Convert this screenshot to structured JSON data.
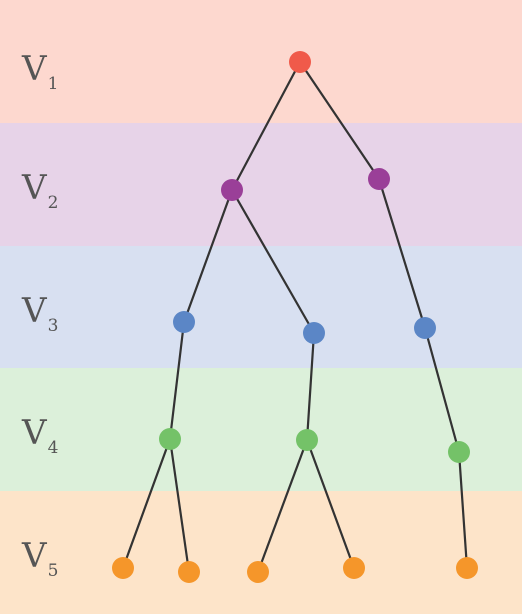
{
  "levels": [
    {
      "base": "V",
      "sub": "1",
      "color": "#fdd8cf"
    },
    {
      "base": "V",
      "sub": "2",
      "color": "#e7d3e8"
    },
    {
      "base": "V",
      "sub": "3",
      "color": "#d8e0f1"
    },
    {
      "base": "V",
      "sub": "4",
      "color": "#dcf0da"
    },
    {
      "base": "V",
      "sub": "5",
      "color": "#fde4c9"
    }
  ],
  "level_colors": [
    "#f05a4a",
    "#9a3f98",
    "#5b86c6",
    "#74c268",
    "#f5962a"
  ],
  "edge_color": "#333333",
  "nodes": [
    {
      "id": "a",
      "level": 1
    },
    {
      "id": "b1",
      "level": 2
    },
    {
      "id": "b2",
      "level": 2
    },
    {
      "id": "c1",
      "level": 3
    },
    {
      "id": "c2",
      "level": 3
    },
    {
      "id": "c3",
      "level": 3
    },
    {
      "id": "d1",
      "level": 4
    },
    {
      "id": "d2",
      "level": 4
    },
    {
      "id": "d3",
      "level": 4
    },
    {
      "id": "e1",
      "level": 5
    },
    {
      "id": "e2",
      "level": 5
    },
    {
      "id": "e3",
      "level": 5
    },
    {
      "id": "e4",
      "level": 5
    },
    {
      "id": "e5",
      "level": 5
    }
  ],
  "edges": [
    [
      "a",
      "b1"
    ],
    [
      "a",
      "b2"
    ],
    [
      "b1",
      "c1"
    ],
    [
      "b1",
      "c2"
    ],
    [
      "b2",
      "c3"
    ],
    [
      "c1",
      "d1"
    ],
    [
      "c2",
      "d2"
    ],
    [
      "c3",
      "d3"
    ],
    [
      "d1",
      "e1"
    ],
    [
      "d1",
      "e2"
    ],
    [
      "d2",
      "e3"
    ],
    [
      "d2",
      "e4"
    ],
    [
      "d3",
      "e5"
    ]
  ]
}
